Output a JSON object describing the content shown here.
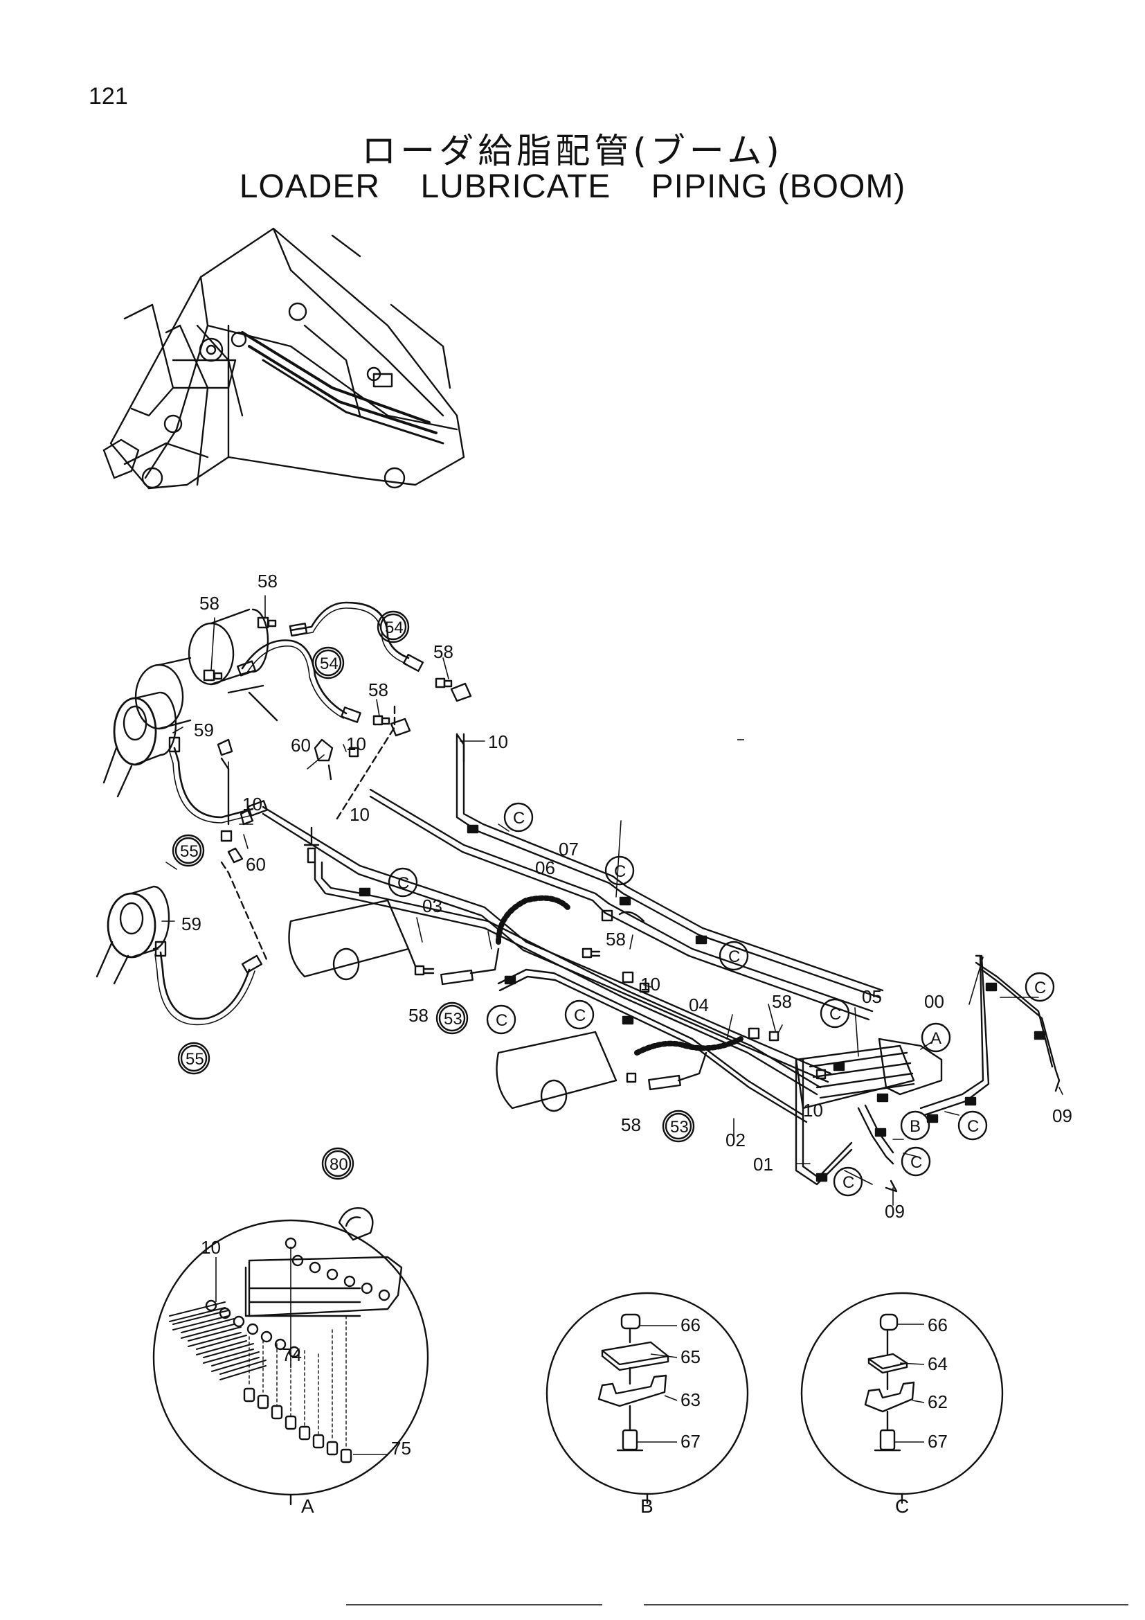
{
  "page_number": "121",
  "title_ja": "ローダ給脂配管(ブーム)",
  "title_en": [
    "LOADER",
    "LUBRICATE",
    "PIPING (BOOM)"
  ],
  "detail_labels": [
    "A",
    "B",
    "C"
  ],
  "callouts": {
    "c58a": "58",
    "c58b": "58",
    "c58c": "58",
    "c58d": "58",
    "c58e": "58",
    "c58f": "58",
    "c58g": "58",
    "c58h": "58",
    "c59a": "59",
    "c59b": "59",
    "c60a": "60",
    "c60b": "60",
    "c10a": "10",
    "c10b": "10",
    "c10c": "10",
    "c10d": "10",
    "c10e": "10",
    "c10f": "10",
    "c10g": "10",
    "c54a": "54",
    "c54b": "54",
    "c55a": "55",
    "c55b": "55",
    "c53a": "53",
    "c53b": "53",
    "c06": "06",
    "c07": "07",
    "c03": "03",
    "c04": "04",
    "c05": "05",
    "c00": "00",
    "c02": "02",
    "c01": "01",
    "c09a": "09",
    "c09b": "09",
    "cA": "A",
    "cB": "B",
    "cC1": "C",
    "cC2": "C",
    "cC3": "C",
    "cC4": "C",
    "cC5": "C",
    "cC6": "C",
    "cC7": "C",
    "cC8": "C",
    "cC9": "C",
    "cC10": "C",
    "cC11": "C",
    "c80": "80",
    "c74": "74",
    "c75": "75",
    "c66a": "66",
    "c65": "65",
    "c63": "63",
    "c67a": "67",
    "c66b": "66",
    "c64": "64",
    "c62": "62",
    "c67b": "67"
  }
}
